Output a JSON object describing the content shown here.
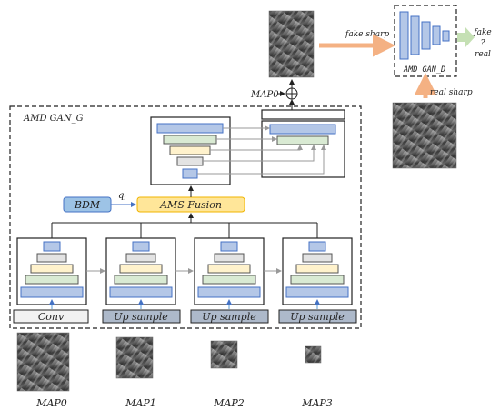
{
  "generator": {
    "title": "AMD GAN_G",
    "fusion_label": "AMS Fusion",
    "bdm_label": "BDM",
    "q_label": "q",
    "q_sub": "i",
    "branch_labels": [
      "Conv",
      "Up sample",
      "Up sample",
      "Up sample"
    ]
  },
  "discriminator": {
    "title": "AMD GAN_D",
    "fake_sharp_label": "fake sharp",
    "real_sharp_label": "real sharp",
    "output_lines": [
      "fake",
      "?",
      "real"
    ]
  },
  "residual": {
    "map_label": "MAP0",
    "plus_symbol": "⊕"
  },
  "maps": {
    "labels": [
      "MAP0",
      "MAP1",
      "MAP2",
      "MAP3"
    ]
  },
  "colors": {
    "blue_fill": "#b4c7e7",
    "blue_stroke": "#4472c4",
    "gray_fill": "#e3e3e3",
    "green_fill": "#d9ead3",
    "yellow_fill": "#fff2cc",
    "fusion_fill": "#ffe699",
    "fusion_stroke": "#f0b400",
    "bdm_fill": "#9dc3e6",
    "upsample_fill": "#adb9ca",
    "arrow_orange": "#f4b183",
    "arrow_gray": "#999999",
    "arrow_blue": "#5b9bd5",
    "output_green": "#c5e0b4"
  }
}
